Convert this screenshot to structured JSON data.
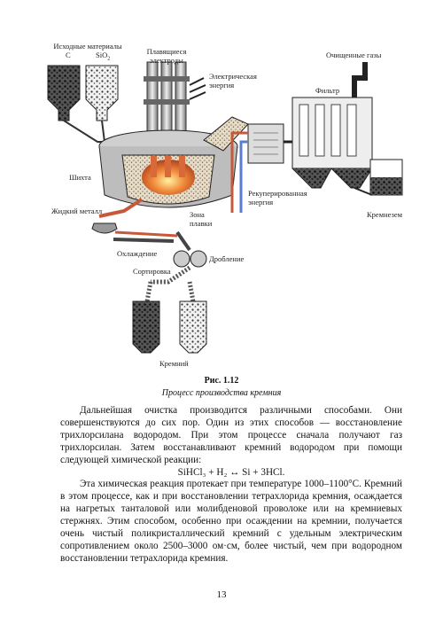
{
  "figure": {
    "labels": {
      "raw_materials_line1": "Исходные материалы",
      "raw_c": "C",
      "raw_sio2": "SiO",
      "raw_sio2_sub": "2",
      "electrodes_line1": "Плавящиеся",
      "electrodes_line2": "электроды",
      "electric_line1": "Электрическая",
      "electric_line2": "энергия",
      "purified_gases": "Очищенные газы",
      "filter": "Фильтр",
      "charge": "Шихта",
      "liquid_metal": "Жидкий металл",
      "melt_zone_line1": "Зона",
      "melt_zone_line2": "плавки",
      "recuperated_line1": "Рекуперированная",
      "recuperated_line2": "энергия",
      "silica": "Кремнезем",
      "cooling": "Охлаждение",
      "crushing": "Дробление",
      "sorting": "Сортировка",
      "silicon": "Кремний"
    },
    "number": "Рис. 1.12",
    "caption": "Процесс производства кремния",
    "colors": {
      "flame": "#e8683a",
      "hot_pipe": "#c8583a",
      "cold_pipe": "#5a7dd0",
      "metal": "#888888"
    }
  },
  "text": {
    "p1": "Дальнейшая очистка производится различными способами. Они совершенствуются до сих пор. Один из этих способов — восстановление трихлорсилана водородом. При этом процессе сначала получают газ трихлорсилан. Затем восстанавливают кремний водородом при помощи следующей химической реакции:",
    "equation": "SiHCl₃ + H₂ ↔ Si + 3HCl.",
    "p2": "Эта химическая реакция протекает при температуре 1000–1100°С. Кремний в этом процессе, как и при восстановлении тетрахлорида кремния, осаждается на нагретых танталовой или молибденовой проволоке или на кремниевых стержнях. Этим способом, особенно при осаждении на кремнии, получается очень чистый поликристаллический кремний с удельным электрическим сопротивлением около 2500–3000 ом·см, более чистый, чем при водородном восстановлении тетрахлорида кремния."
  },
  "page_number": "13"
}
